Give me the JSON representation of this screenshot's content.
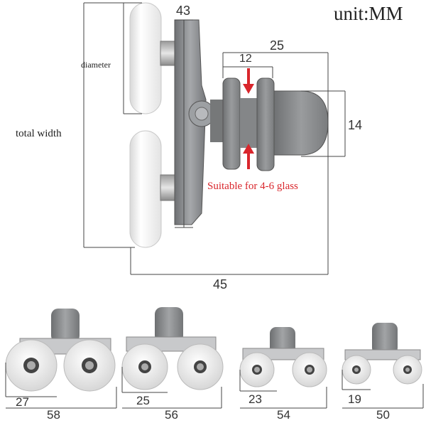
{
  "header": {
    "unit_label": "unit:MM"
  },
  "main_diagram": {
    "labels": {
      "diameter": "diameter",
      "total_width": "total width",
      "glass_note": "Suitable for 4-6 glass"
    },
    "dimensions": {
      "top": "43",
      "right_width": "25",
      "gap": "12",
      "height": "14",
      "bottom": "45"
    },
    "colors": {
      "accent_red": "#d9262c",
      "wheel": "#f2f2f2",
      "bracket": "#8a8c8f",
      "roller_grey": "#8c8e90"
    }
  },
  "variants": [
    {
      "wheel_dim": "27",
      "total_dim": "58"
    },
    {
      "wheel_dim": "25",
      "total_dim": "56"
    },
    {
      "wheel_dim": "23",
      "total_dim": "54"
    },
    {
      "wheel_dim": "19",
      "total_dim": "50"
    }
  ]
}
